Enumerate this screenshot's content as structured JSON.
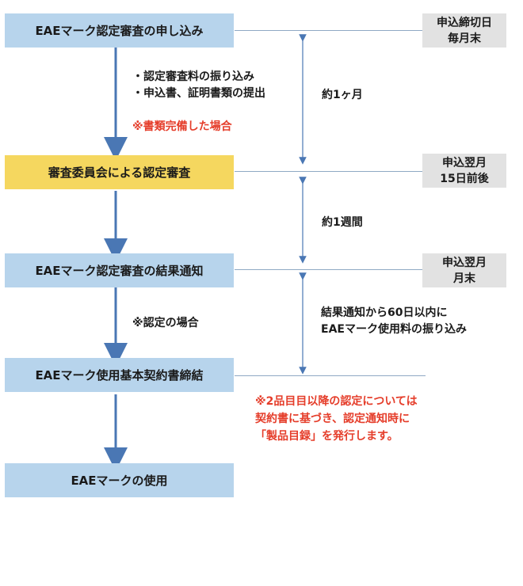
{
  "steps": [
    {
      "label": "EAEマーク認定審査の申し込み"
    },
    {
      "label": "審査委員会による認定審査"
    },
    {
      "label": "EAEマーク認定審査の結果通知"
    },
    {
      "label": "EAEマーク使用基本契約書締結"
    },
    {
      "label": "EAEマークの使用"
    }
  ],
  "tags": [
    {
      "line1": "申込締切日",
      "line2": "毎月末"
    },
    {
      "line1": "申込翌月",
      "line2": "15日前後"
    },
    {
      "line1": "申込翌月",
      "line2": "月末"
    }
  ],
  "notes": {
    "n1_line1": "・認定審査料の振り込み",
    "n1_line2": "・申込書、証明書類の提出",
    "n1_red": "※書類完備した場合",
    "n2": "※認定の場合",
    "d1": "約1ヶ月",
    "d2": "約1週間",
    "d3_line1": "結果通知から60日以内に",
    "d3_line2": "EAEマーク使用料の振り込み",
    "red2_line1": "※2品目目以降の認定については",
    "red2_line2": "契約書に基づき、認定通知時に",
    "red2_line3": "「製品目録」を発行します。"
  },
  "colors": {
    "step_blue": "#b7d4ec",
    "step_yellow": "#f5d75f",
    "tag_gray": "#e2e2e2",
    "arrow_blue": "#4a77b4",
    "note_red": "#e53d2a"
  }
}
